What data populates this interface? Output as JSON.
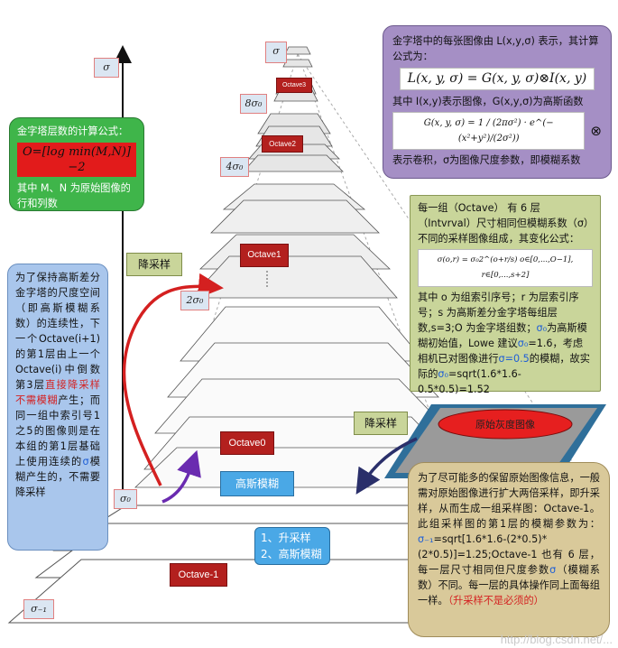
{
  "axis_labels": {
    "sigma_top": "σ",
    "sigma_8": "8σ₀",
    "sigma_4": "4σ₀",
    "sigma_2": "2σ₀",
    "sigma_0": "σ₀",
    "sigma_m1": "σ₋₁",
    "sigma_tip": "σ"
  },
  "octave_tags": {
    "octave3": "Octave3",
    "octave2": "Octave2",
    "octave1": "Octave1",
    "octave0": "Octave0",
    "octave_m1": "Octave-1",
    "source_image": "原始灰度图像"
  },
  "green_box": {
    "title": "金字塔层数的计算公式：",
    "formula": "O=[log min(M,N)]−2",
    "desc": "其中 M、N 为原始图像的行和列数"
  },
  "purple_box": {
    "line1": "金字塔中的每张图像由 L(x,y,σ) 表示，其计算公式为：",
    "formula1": "L(x, y, σ) = G(x, y, σ)⊗I(x, y)",
    "line2": "其中 I(x,y)表示图像，G(x,y,σ)为高斯函数",
    "formula2": "G(x, y, σ) = 1 / (2πσ²) · e^(−(x²+y²)/(2σ²))",
    "otimes": "⊗",
    "line3": "表示卷积，σ为图像尺度参数，即模糊系数"
  },
  "olive_box": {
    "intro": "每一组（Octave） 有 6 层（Intvrval）尺寸相同但模糊系数（σ）不同的采样图像组成，其变化公式：",
    "formula": "σ(o,r) = σ₀2^(o+r/s)    o∈[0,...,O−1], r∈[0,...,s+2]",
    "p1": "其中 o 为组索引序号；r 为层索引序号；s 为高斯差分金字塔每组层数,s=3;O 为金字塔组数；",
    "s0": "σ₀",
    "p2": "为高斯模糊初始值，Lowe 建议",
    "s0b": "σ₀",
    "p3": "=1.6，考虑相机已对图像进行",
    "s05": "σ=0.5",
    "p4": "的模糊，故实际的",
    "s0c": "σ₀",
    "p5": "=sqrt(1.6*1.6-0.5*0.5)=1.52"
  },
  "blue_box": {
    "t1": "为了保持高斯差分金字塔的尺度空间（即高斯模糊系数）的连续性，下一个Octave(i+1)的第1层由上一个Octave(i)中倒数第3层",
    "t2": "直接降采样不需模糊",
    "t3": "产生；而同一组中索引号1之5的图像则是在本组的第1层基础上使用连续的",
    "t4": "σ",
    "t5": "模糊产生的，不需要降采样"
  },
  "bottom_box": {
    "t1": "为了尽可能多的保留原始图像信息，一般需对原始图像进行扩大两倍采样，即升采样，从而生成一组采样图：Octave-1。此组采样图的第1层的模糊参数为：",
    "t2": "σ₋₁",
    "t3": "=sqrt[1.6*1.6-(2*0.5)*(2*0.5)]=1.25;Octave-1 也有 6 层，每一层尺寸相同但尺度参数",
    "t4": "σ",
    "t5": "（模糊系数）不同。每一层的具体操作同上面每组一样。",
    "t6": "（升采样不是必须的）"
  },
  "callouts": {
    "downsample_top": "降采样",
    "downsample_right": "降采样",
    "gaussian_blur": "高斯模糊",
    "upsample_line1": "1、升采样",
    "upsample_line2": "2、高斯模糊"
  },
  "watermark": "http://blog.csdn.net/..."
}
